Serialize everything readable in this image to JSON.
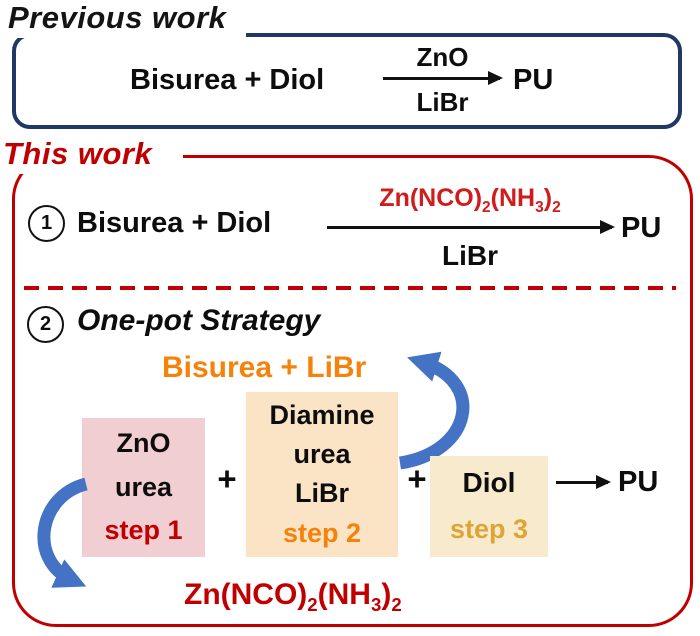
{
  "previous": {
    "title": "Previous work",
    "reactants": "Bisurea  + Diol",
    "above_arrow": "ZnO",
    "below_arrow": "LiBr",
    "product": "PU"
  },
  "thiswork": {
    "title": "This work",
    "route1": {
      "num": "1",
      "reactants": "Bisurea  + Diol",
      "catalyst": {
        "p1": "Zn(NCO)",
        "s1": "2",
        "p2": "(NH",
        "s2": "3",
        "p3": ")",
        "s3": "2"
      },
      "below_arrow": "LiBr",
      "product": "PU"
    },
    "route2": {
      "num": "2",
      "heading": "One-pot Strategy",
      "byproduct": "Bisurea + LiBr",
      "box1": {
        "line1": "ZnO",
        "line2": "urea",
        "step": "step 1"
      },
      "plus1": "+",
      "box2": {
        "line1": "Diamine",
        "line2": "urea",
        "line3": "LiBr",
        "step": "step 2"
      },
      "plus2": "+",
      "box3": {
        "line1": "Diol",
        "step": "step 3"
      },
      "product": "PU",
      "intermediate": {
        "p1": "Zn(NCO)",
        "s1": "2",
        "p2": "(NH",
        "s2": "3",
        "p3": ")",
        "s3": "2"
      }
    }
  },
  "colors": {
    "navy_border": "#1f3864",
    "red_border": "#c00000",
    "red_bright": "#d01c1c",
    "orange": "#f5820a",
    "amber": "#dea434",
    "pink_box": "#f1ced2",
    "peach_box": "#fbe3c6",
    "cream_box": "#f8ebcd",
    "blue_arrow": "#4472c4",
    "text": "#0d0d0d"
  }
}
